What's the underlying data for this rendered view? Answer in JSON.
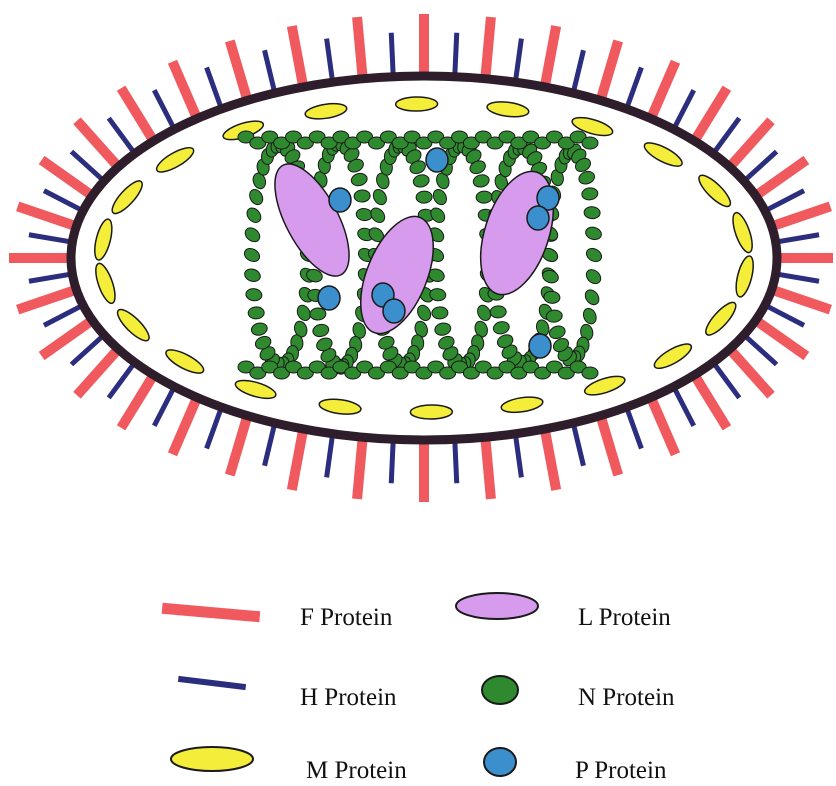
{
  "colors": {
    "f_protein": "#f05a5f",
    "h_protein": "#2b2d7f",
    "m_protein": "#f4ee3b",
    "l_protein": "#d69bed",
    "n_protein": "#2f8a2f",
    "p_protein": "#3b8fcd",
    "envelope": "#2e1d2a",
    "outline": "#1a1a1a"
  },
  "legend": [
    {
      "key": "f",
      "label": "F Protein",
      "symbol": "bar-thick-icon",
      "color_key": "f_protein"
    },
    {
      "key": "l",
      "label": "L Protein",
      "symbol": "ellipse-large-icon",
      "color_key": "l_protein"
    },
    {
      "key": "h",
      "label": "H Protein",
      "symbol": "bar-thin-icon",
      "color_key": "h_protein"
    },
    {
      "key": "n",
      "label": "N Protein",
      "symbol": "ellipse-icon",
      "color_key": "n_protein"
    },
    {
      "key": "m",
      "label": "M Protein",
      "symbol": "ellipse-flat-icon",
      "color_key": "m_protein"
    },
    {
      "key": "p",
      "label": "P Protein",
      "symbol": "circle-icon",
      "color_key": "p_protein"
    }
  ]
}
